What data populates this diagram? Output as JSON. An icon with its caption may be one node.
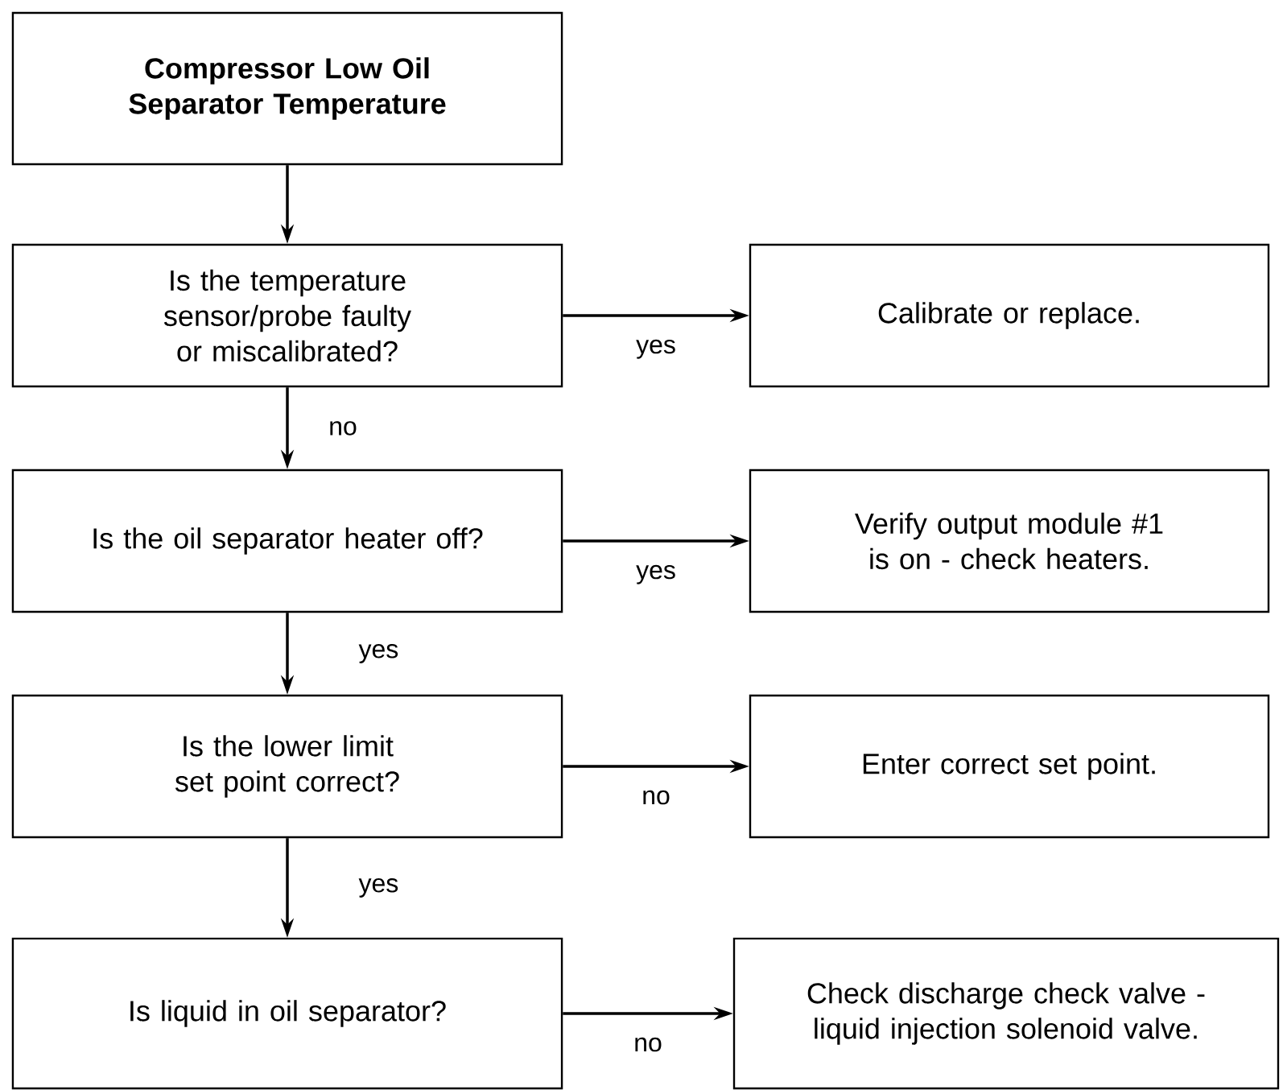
{
  "diagram": {
    "nodes": [
      {
        "text": [
          "Compressor Low Oil Separator Temperature"
        ]
      },
      {
        "text": [
          "Is the temperature sensor/probe faulty or miscalibrated?"
        ]
      },
      {
        "text": [
          "Calibrate or replace."
        ]
      },
      {
        "text": [
          "Is the oil separator heater off?"
        ]
      },
      {
        "text": [
          "Verify output module #1 is on - check heaters."
        ]
      },
      {
        "text": [
          "Is the lower limit set point correct?"
        ]
      },
      {
        "text": [
          "Enter correct set point."
        ]
      },
      {
        "text": [
          "Is liquid in oil separator?"
        ]
      },
      {
        "text": [
          "Check discharge check valve - liquid injection solenoid valve."
        ]
      }
    ],
    "edges": [
      {
        "from": 0,
        "to": 1,
        "arrow": "to"
      },
      {
        "from": 1,
        "to": 2,
        "arrow": "to",
        "label": "yes"
      },
      {
        "from": 1,
        "to": 3,
        "arrow": "to",
        "label": "no"
      },
      {
        "from": 3,
        "to": 4,
        "arrow": "to",
        "label": "yes"
      },
      {
        "from": 3,
        "to": 5,
        "arrow": "to",
        "label": "yes"
      },
      {
        "from": 5,
        "to": 6,
        "arrow": "to",
        "label": "no"
      },
      {
        "from": 5,
        "to": 7,
        "arrow": "to",
        "label": "yes"
      },
      {
        "from": 7,
        "to": 8,
        "arrow": "to",
        "label": "no"
      }
    ]
  }
}
